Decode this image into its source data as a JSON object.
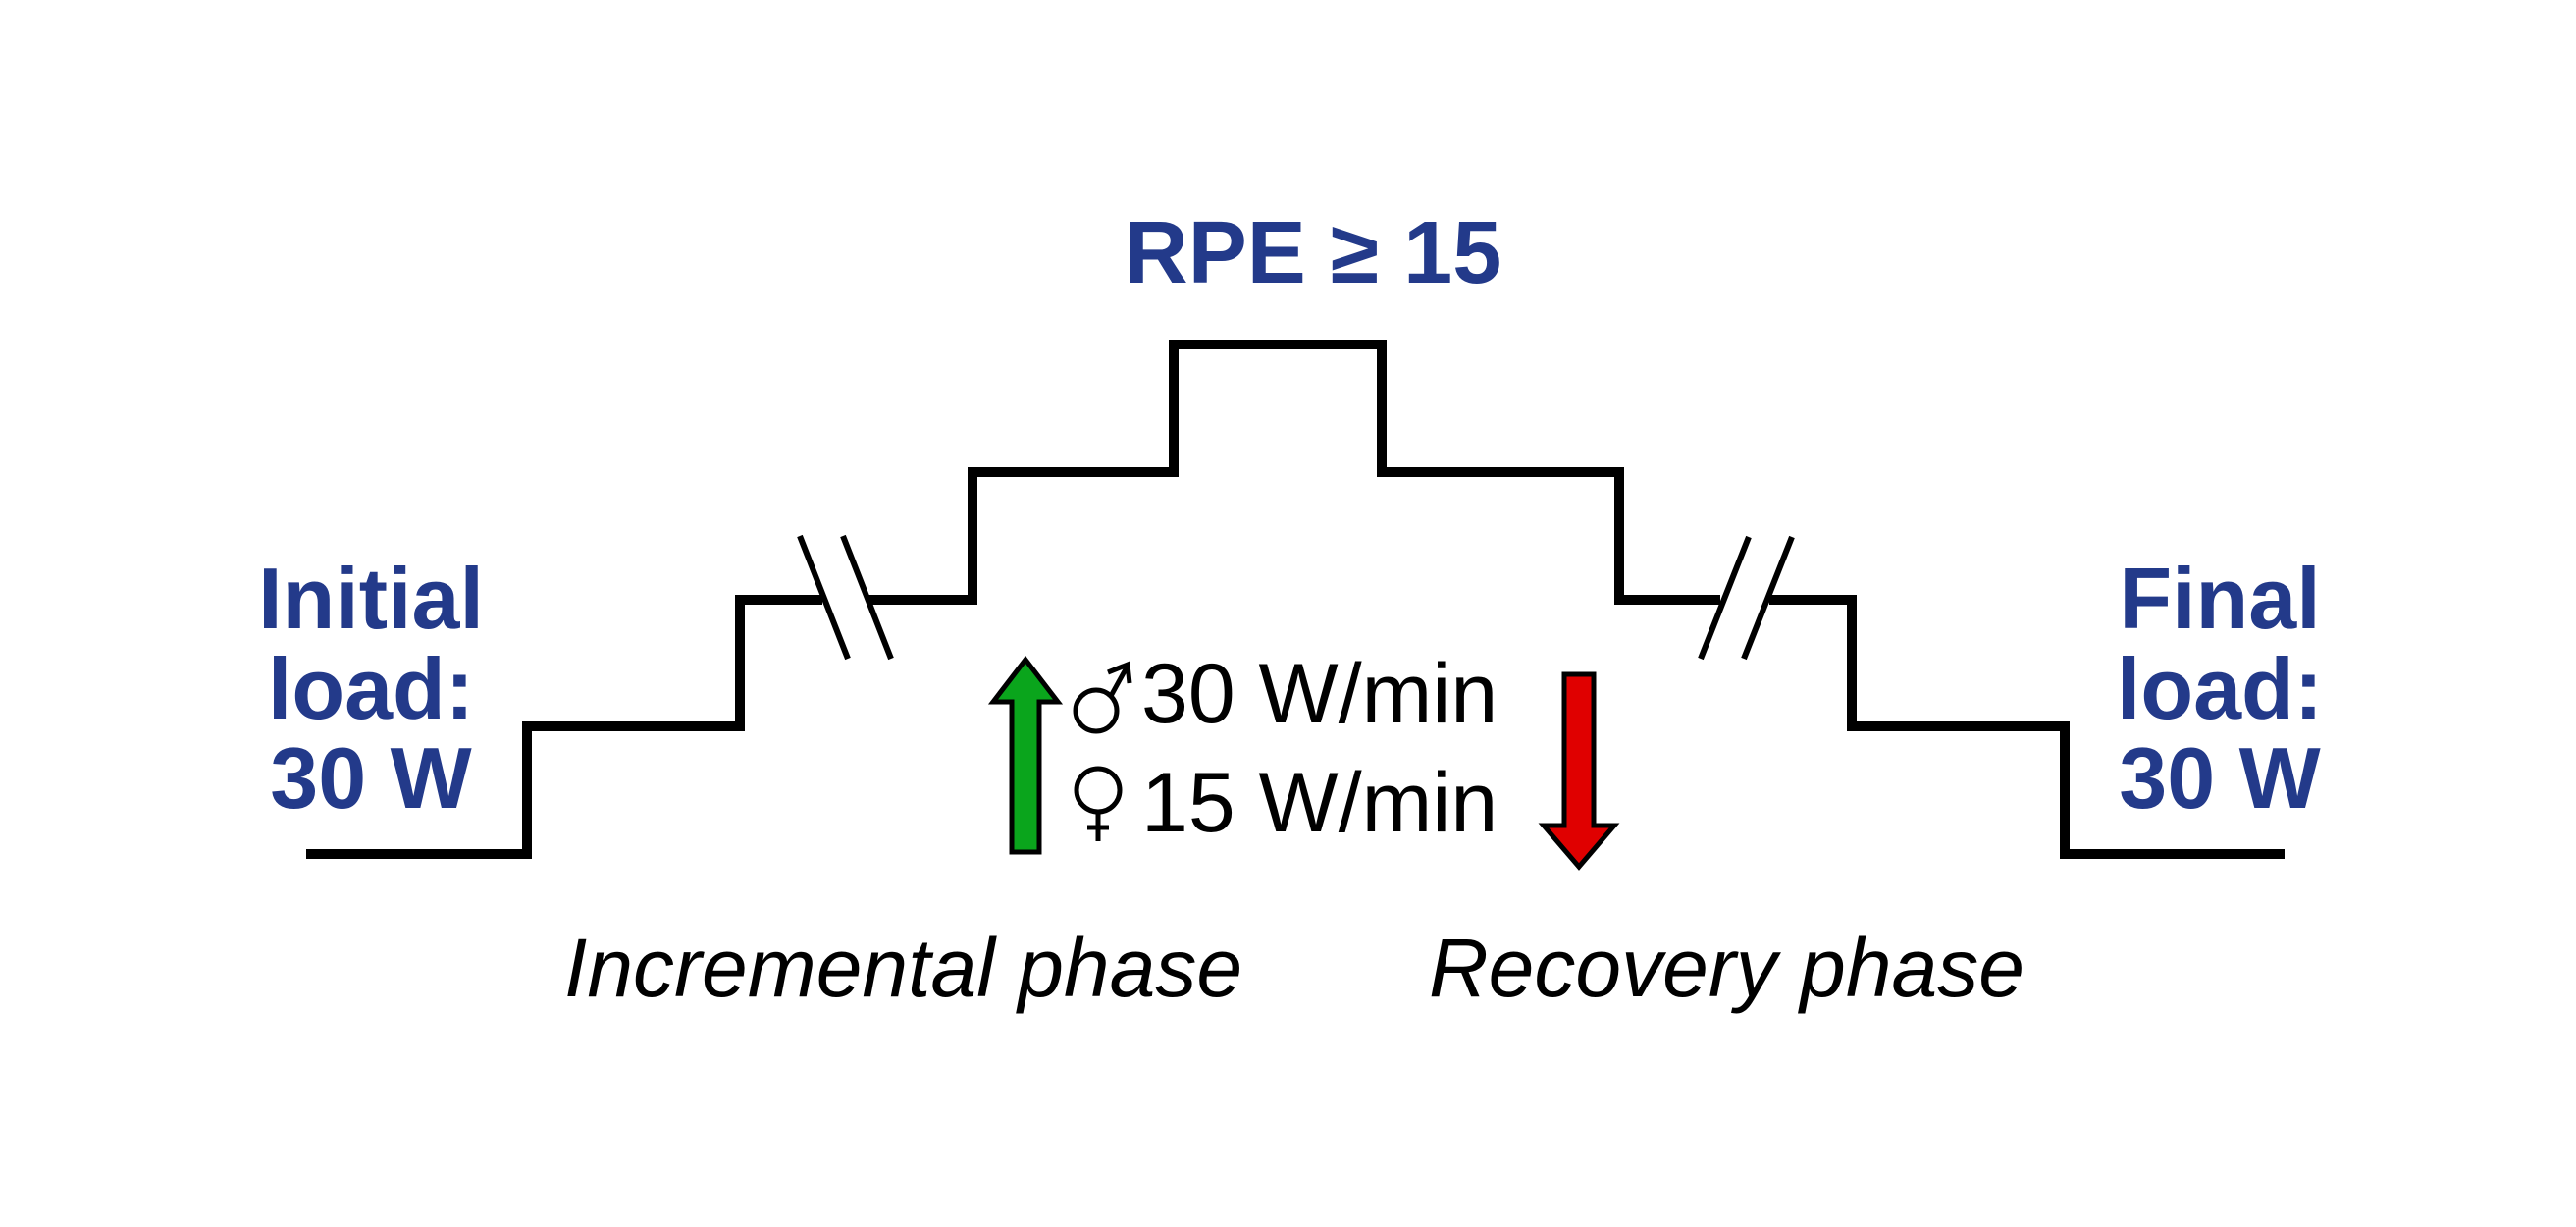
{
  "title": "RPE ≥ 15",
  "initial_load": {
    "lines": [
      "Initial",
      "load:",
      "30 W"
    ]
  },
  "final_load": {
    "lines": [
      "Final",
      "load:",
      "30 W"
    ]
  },
  "increment_rates": [
    {
      "sex": "male",
      "symbol": "male-symbol-icon",
      "label": "30 W/min"
    },
    {
      "sex": "female",
      "symbol": "female-symbol-icon",
      "label": "15 W/min"
    }
  ],
  "phases": {
    "incremental": "Incremental phase",
    "recovery": "Recovery phase"
  },
  "arrows": {
    "up": {
      "icon": "up-arrow-icon",
      "color": "#0aa51c"
    },
    "down": {
      "icon": "down-arrow-icon",
      "color": "#e00000"
    }
  },
  "colors": {
    "label_blue": "#233a8a",
    "line": "#000000"
  }
}
